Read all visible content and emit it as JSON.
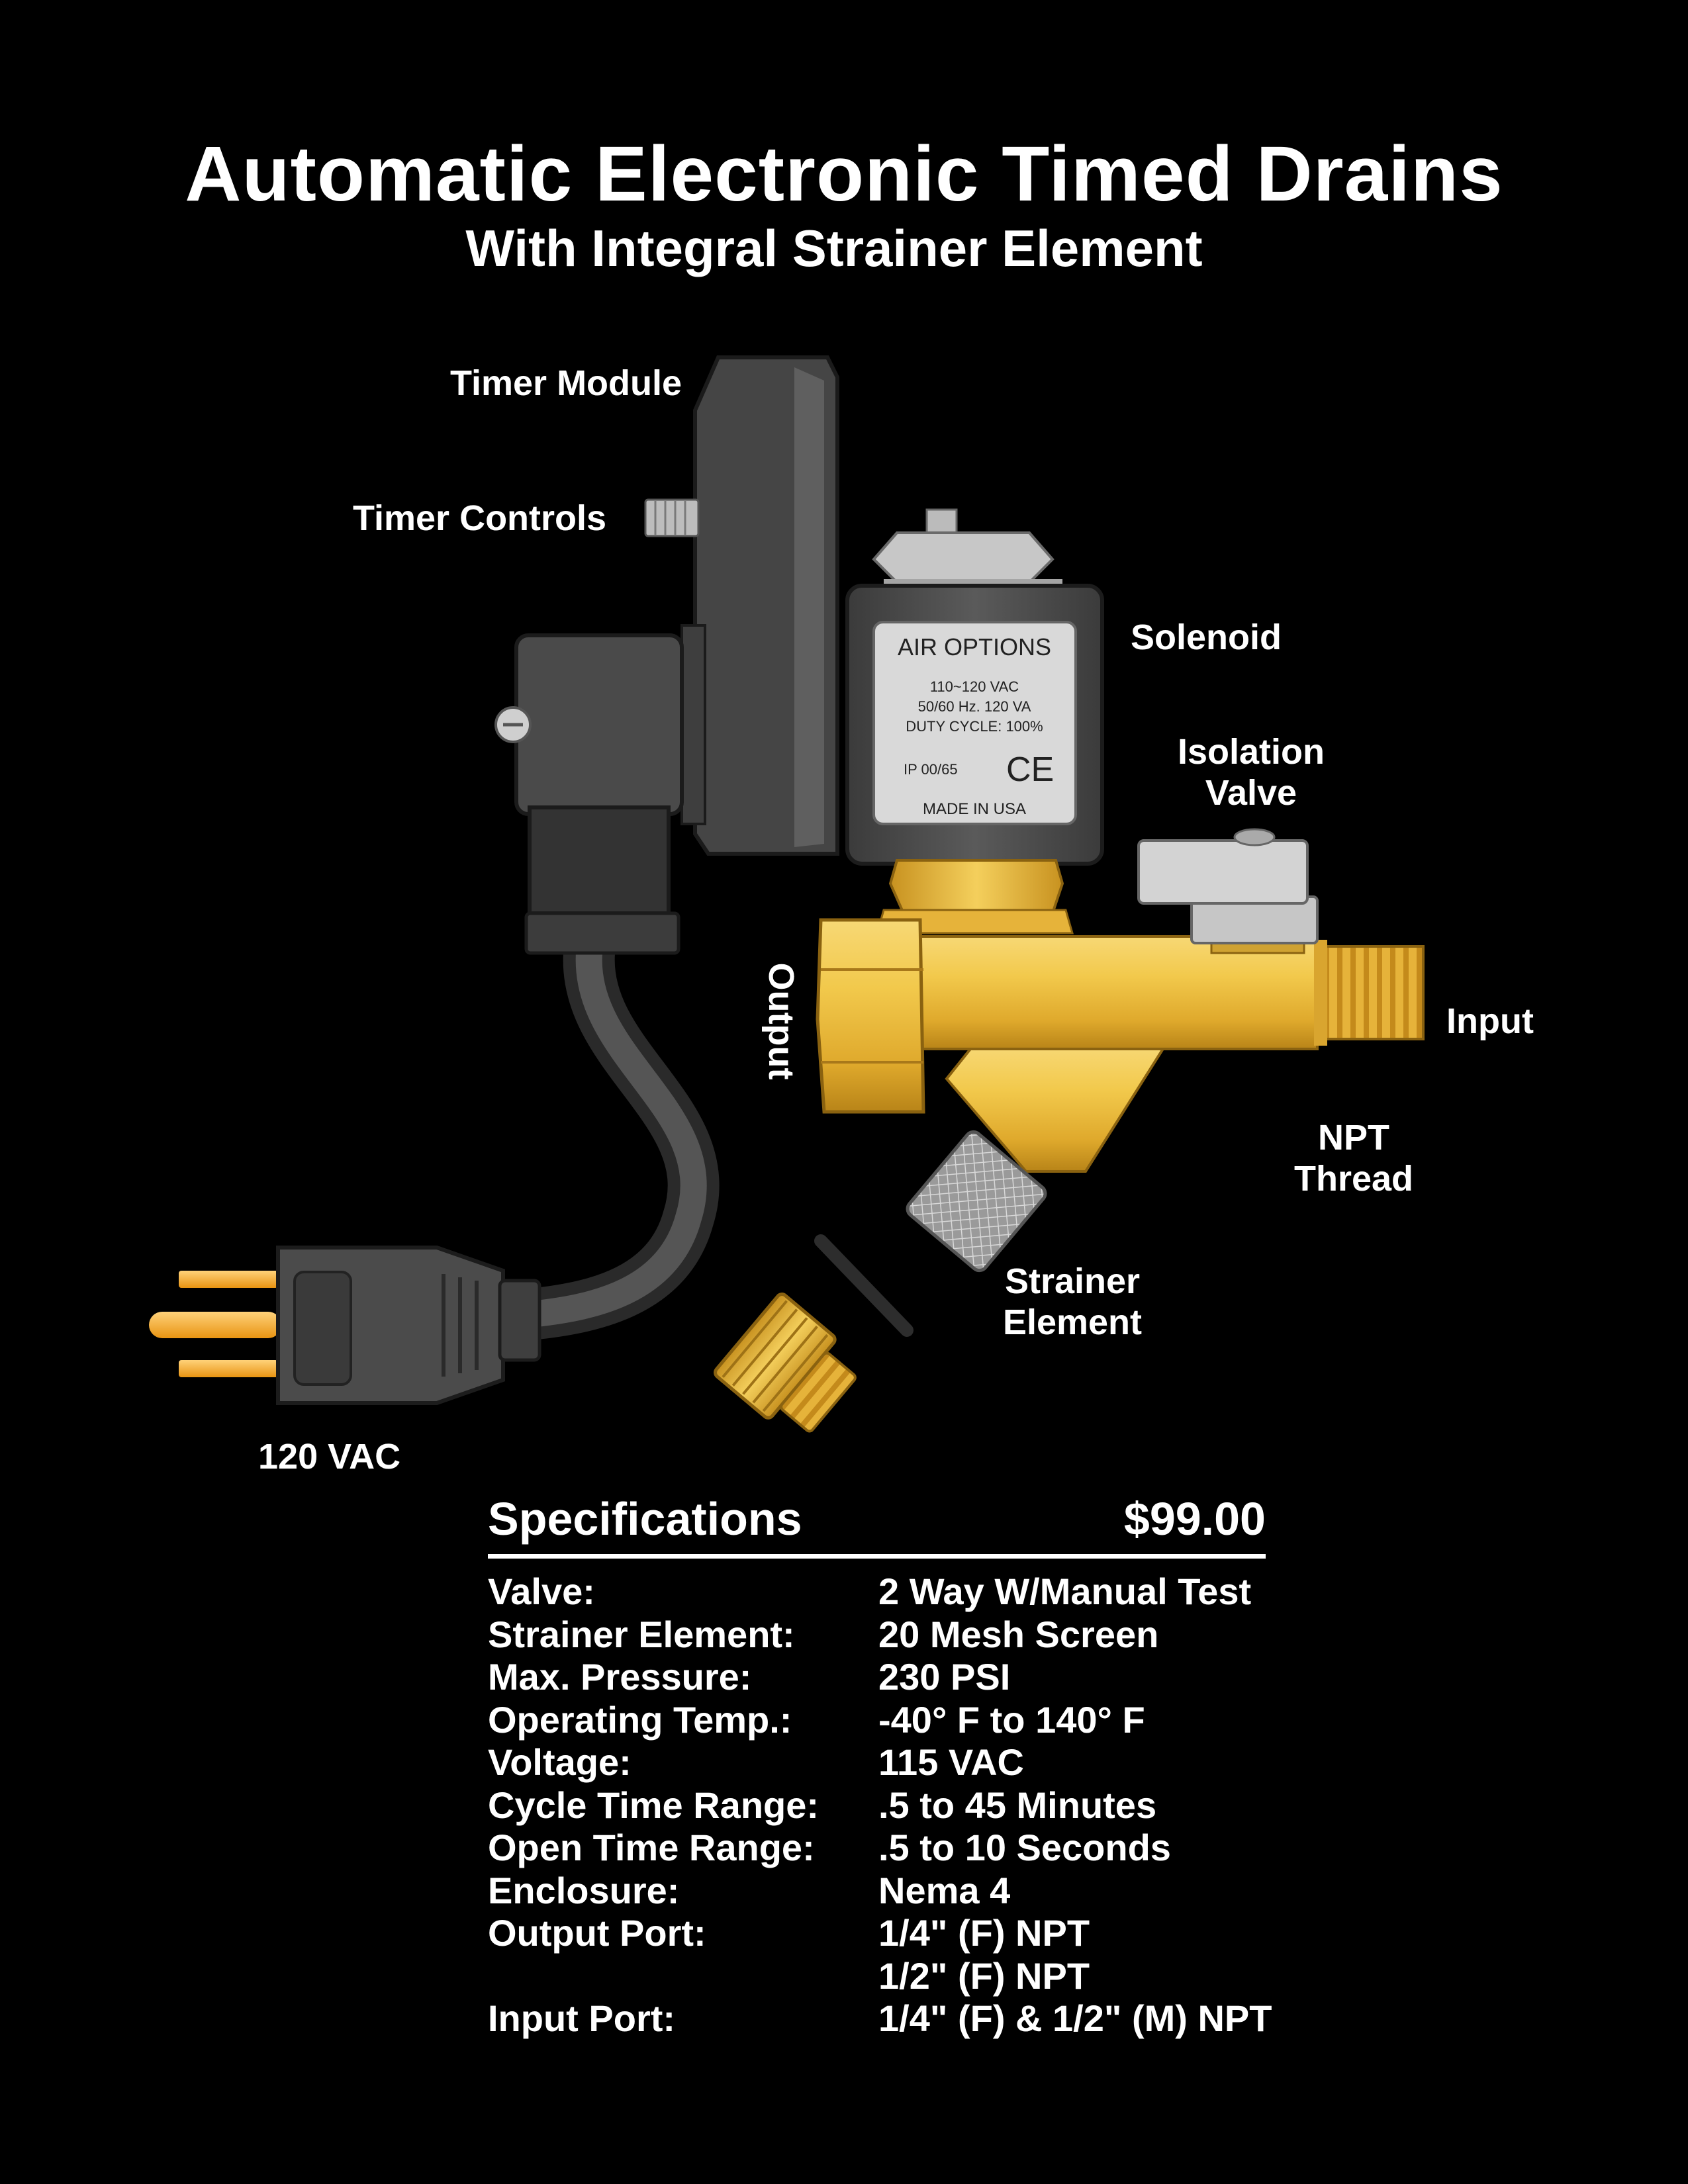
{
  "header": {
    "title": "Automatic Electronic Timed Drains",
    "subtitle": "With Integral Strainer Element"
  },
  "callouts": {
    "timer_module": "Timer Module",
    "timer_controls": "Timer Controls",
    "solenoid": "Solenoid",
    "isolation_valve_1": "Isolation",
    "isolation_valve_2": "Valve",
    "output": "Output",
    "input": "Input",
    "npt_thread_1": "NPT",
    "npt_thread_2": "Thread",
    "strainer_element_1": "Strainer",
    "strainer_element_2": "Element",
    "power": "120 VAC"
  },
  "solenoid_label": {
    "brand": "AIR OPTIONS",
    "line1": "110~120 VAC",
    "line2": "50/60 Hz.  120 VA",
    "line3": "DUTY CYCLE: 100%",
    "rating": "IP 00/65",
    "mark": "CE",
    "origin": "MADE IN USA"
  },
  "specifications": {
    "heading": "Specifications",
    "price": "$99.00",
    "rows": [
      {
        "key": "Valve:",
        "value": "2 Way W/Manual Test"
      },
      {
        "key": "Strainer Element:",
        "value": "20 Mesh Screen"
      },
      {
        "key": "Max. Pressure:",
        "value": "230 PSI"
      },
      {
        "key": "Operating Temp.:",
        "value": "-40° F to 140° F"
      },
      {
        "key": "Voltage:",
        "value": "115 VAC"
      },
      {
        "key": "Cycle Time Range:",
        "value": ".5 to 45 Minutes"
      },
      {
        "key": "Open Time Range:",
        "value": ".5 to 10 Seconds"
      },
      {
        "key": "Enclosure:",
        "value": "Nema 4"
      },
      {
        "key": "Output Port:",
        "value": "1/4\" (F) NPT"
      },
      {
        "key": "",
        "value": "1/2\" (F) NPT"
      },
      {
        "key": "Input Port:",
        "value": "1/4\" (F) & 1/2\" (M) NPT"
      }
    ]
  },
  "colors": {
    "background": "#000000",
    "brass": "#e8b93c",
    "housing": "#4a4a4a",
    "prong": "#f5a623"
  }
}
